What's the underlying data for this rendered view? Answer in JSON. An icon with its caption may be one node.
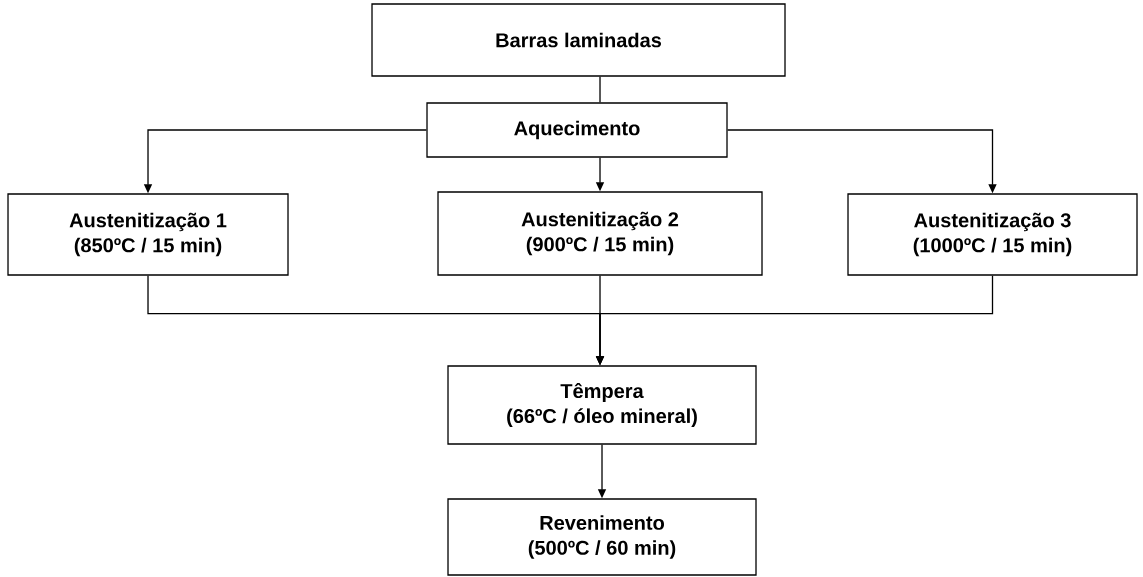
{
  "diagram": {
    "nodes": [
      {
        "text": [
          "Barras laminadas"
        ]
      },
      {
        "text": [
          "Aquecimento"
        ]
      },
      {
        "text": [
          "Austenitização 1",
          "(850ºC / 15 min)"
        ]
      },
      {
        "text": [
          "Austenitização 2",
          "(900ºC / 15 min)"
        ]
      },
      {
        "text": [
          "Austenitização 3",
          "(1000ºC / 15 min)"
        ]
      },
      {
        "text": [
          "Têmpera",
          "(66ºC / óleo mineral)"
        ]
      },
      {
        "text": [
          "Revenimento",
          "(500ºC / 60 min)"
        ]
      }
    ],
    "edges": [
      {
        "from": 0,
        "to": 1,
        "arrow": "none"
      },
      {
        "from": 1,
        "to": 2,
        "arrow": "to"
      },
      {
        "from": 1,
        "to": 3,
        "arrow": "to"
      },
      {
        "from": 1,
        "to": 4,
        "arrow": "to"
      },
      {
        "from": 2,
        "to": 5,
        "arrow": "to"
      },
      {
        "from": 3,
        "to": 5,
        "arrow": "to"
      },
      {
        "from": 4,
        "to": 5,
        "arrow": "to"
      },
      {
        "from": 5,
        "to": 6,
        "arrow": "to"
      }
    ]
  }
}
